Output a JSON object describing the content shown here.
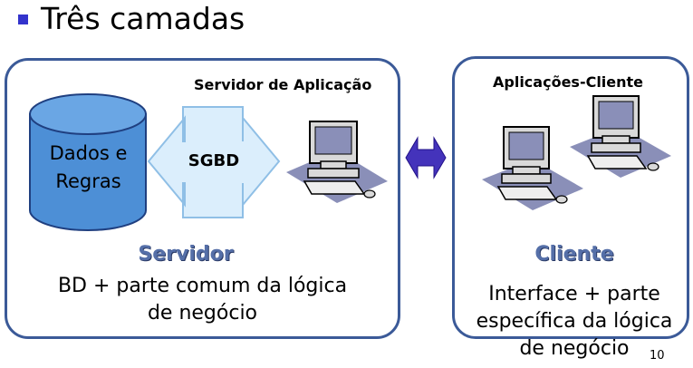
{
  "heading": "Três camadas",
  "server": {
    "box_label": "Servidor de Aplicação",
    "database_line1": "Dados e",
    "database_line2": "Regras",
    "sgbd": "SGBD",
    "title": "Servidor",
    "desc_line1": "BD + parte comum da lógica",
    "desc_line2": "de negócio"
  },
  "client": {
    "box_label": "Aplicações-Cliente",
    "title": "Cliente",
    "desc_line1": "Interface + parte",
    "desc_line2": "específica da lógica",
    "desc_line3": "de negócio"
  },
  "page_number": "10",
  "colors": {
    "panel_border": "#3b5a98",
    "bullet": "#3333cc",
    "cylinder": "#4d8fd6",
    "sgbd_arrow": "#dbeefc",
    "link_arrow": "#4433bb",
    "title": "#556fa8"
  }
}
